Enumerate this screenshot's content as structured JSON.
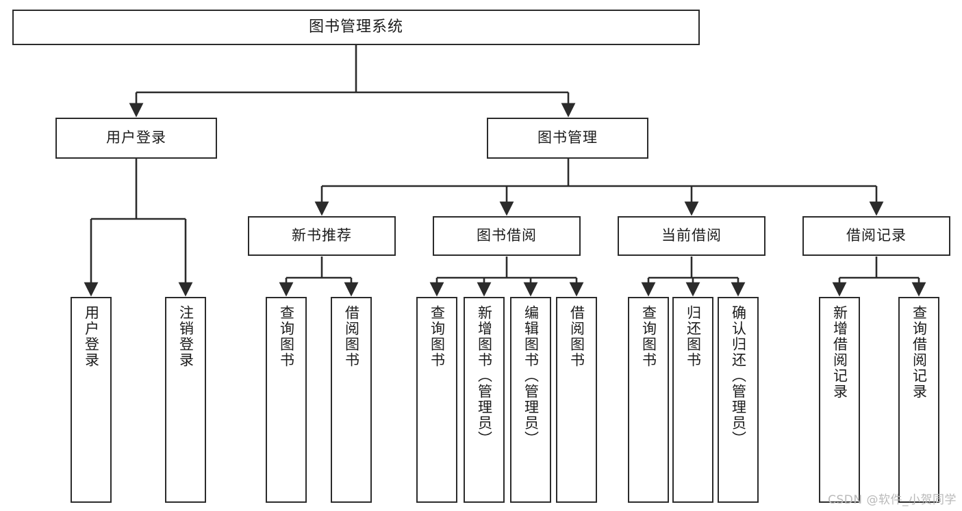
{
  "diagram": {
    "type": "tree-flowchart",
    "title": "图书管理系统",
    "root": {
      "label": "图书管理系统"
    },
    "level2": [
      {
        "label": "用户登录"
      },
      {
        "label": "图书管理"
      }
    ],
    "level3": [
      {
        "label": "新书推荐"
      },
      {
        "label": "图书借阅"
      },
      {
        "label": "当前借阅"
      },
      {
        "label": "借阅记录"
      }
    ],
    "leaves": {
      "user_login": [
        {
          "label": "用户登录"
        },
        {
          "label": "注销登录"
        }
      ],
      "new_book_recommend": [
        {
          "label": "查询图书"
        },
        {
          "label": "借阅图书"
        }
      ],
      "book_borrow": [
        {
          "label": "查询图书"
        },
        {
          "label": "新增图书（管理员）"
        },
        {
          "label": "编辑图书（管理员）"
        },
        {
          "label": "借阅图书"
        }
      ],
      "current_borrow": [
        {
          "label": "查询图书"
        },
        {
          "label": "归还图书"
        },
        {
          "label": "确认归还（管理员）"
        }
      ],
      "borrow_record": [
        {
          "label": "新增借阅记录"
        },
        {
          "label": "查询借阅记录"
        }
      ]
    }
  },
  "watermark": {
    "text": "CSDN @软件_小贺同学"
  },
  "colors": {
    "stroke": "#2b2b2b",
    "fill": "#ffffff",
    "text": "#1b1b1b",
    "watermark": "#b9b9b9"
  }
}
